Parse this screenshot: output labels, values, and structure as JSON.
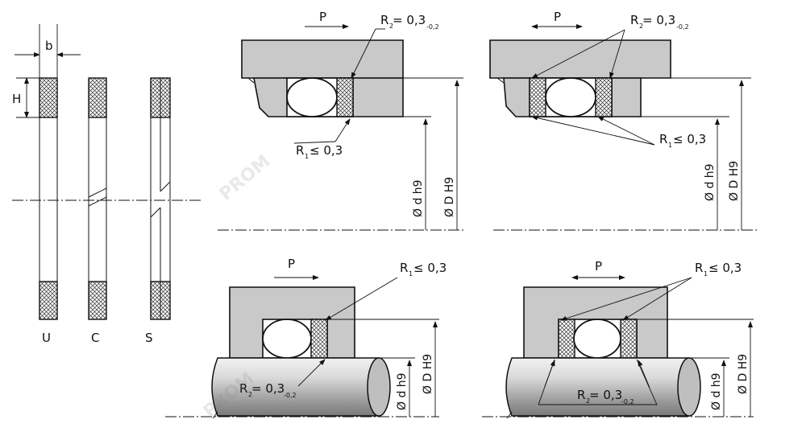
{
  "profiles": {
    "width_label": "b",
    "height_label": "H",
    "types": [
      "U",
      "C",
      "S"
    ]
  },
  "diagrams": {
    "pressure_label": "P",
    "r1_label": "R",
    "r1_sub": "1",
    "r1_value": "≤ 0,3",
    "r2_label": "R",
    "r2_sub": "2",
    "r2_value": " = 0,3",
    "r2_tol": "-0,2",
    "r2_value_short": " = 0,3",
    "d_label": "Ø d h9",
    "D_label": "Ø D H9"
  },
  "watermark": "PROM"
}
